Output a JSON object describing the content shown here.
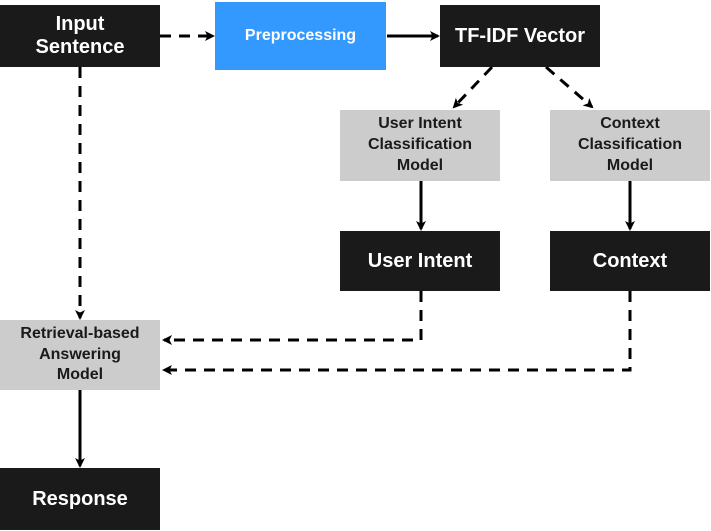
{
  "nodes": {
    "input_sentence": [
      "Input",
      "Sentence"
    ],
    "preprocessing": [
      "Preprocessing"
    ],
    "tfidf_vector": [
      "TF-IDF Vector"
    ],
    "user_intent_model": [
      "User Intent",
      "Classification",
      "Model"
    ],
    "context_model": [
      "Context",
      "Classification",
      "Model"
    ],
    "user_intent": [
      "User Intent"
    ],
    "context": [
      "Context"
    ],
    "retrieval_model": [
      "Retrieval-based",
      "Answering",
      "Model"
    ],
    "response": [
      "Response"
    ]
  },
  "edges": [
    {
      "from": "input_sentence",
      "to": "preprocessing",
      "style": "dashed"
    },
    {
      "from": "preprocessing",
      "to": "tfidf_vector",
      "style": "solid"
    },
    {
      "from": "tfidf_vector",
      "to": "user_intent_model",
      "style": "dashed"
    },
    {
      "from": "tfidf_vector",
      "to": "context_model",
      "style": "dashed"
    },
    {
      "from": "user_intent_model",
      "to": "user_intent",
      "style": "solid"
    },
    {
      "from": "context_model",
      "to": "context",
      "style": "solid"
    },
    {
      "from": "input_sentence",
      "to": "retrieval_model",
      "style": "dashed"
    },
    {
      "from": "user_intent",
      "to": "retrieval_model",
      "style": "dashed"
    },
    {
      "from": "context",
      "to": "retrieval_model",
      "style": "dashed"
    },
    {
      "from": "retrieval_model",
      "to": "response",
      "style": "solid"
    }
  ],
  "colors": {
    "dark_node": "#1a1a1a",
    "blue_node": "#3399ff",
    "gray_node": "#cccccc",
    "arrow": "#000000"
  }
}
